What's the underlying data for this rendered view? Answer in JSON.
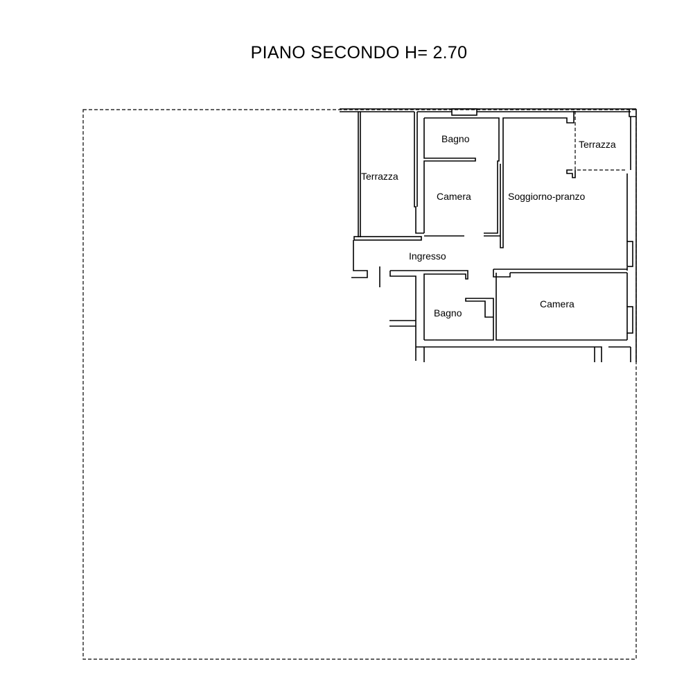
{
  "title": "PIANO SECONDO H= 2.70",
  "rooms": {
    "terrazza_left": "Terrazza",
    "bagno_top": "Bagno",
    "camera_top": "Camera",
    "soggiorno": "Soggiorno-pranzo",
    "terrazza_right": "Terrazza",
    "ingresso": "Ingresso",
    "bagno_bottom": "Bagno",
    "camera_bottom": "Camera"
  }
}
